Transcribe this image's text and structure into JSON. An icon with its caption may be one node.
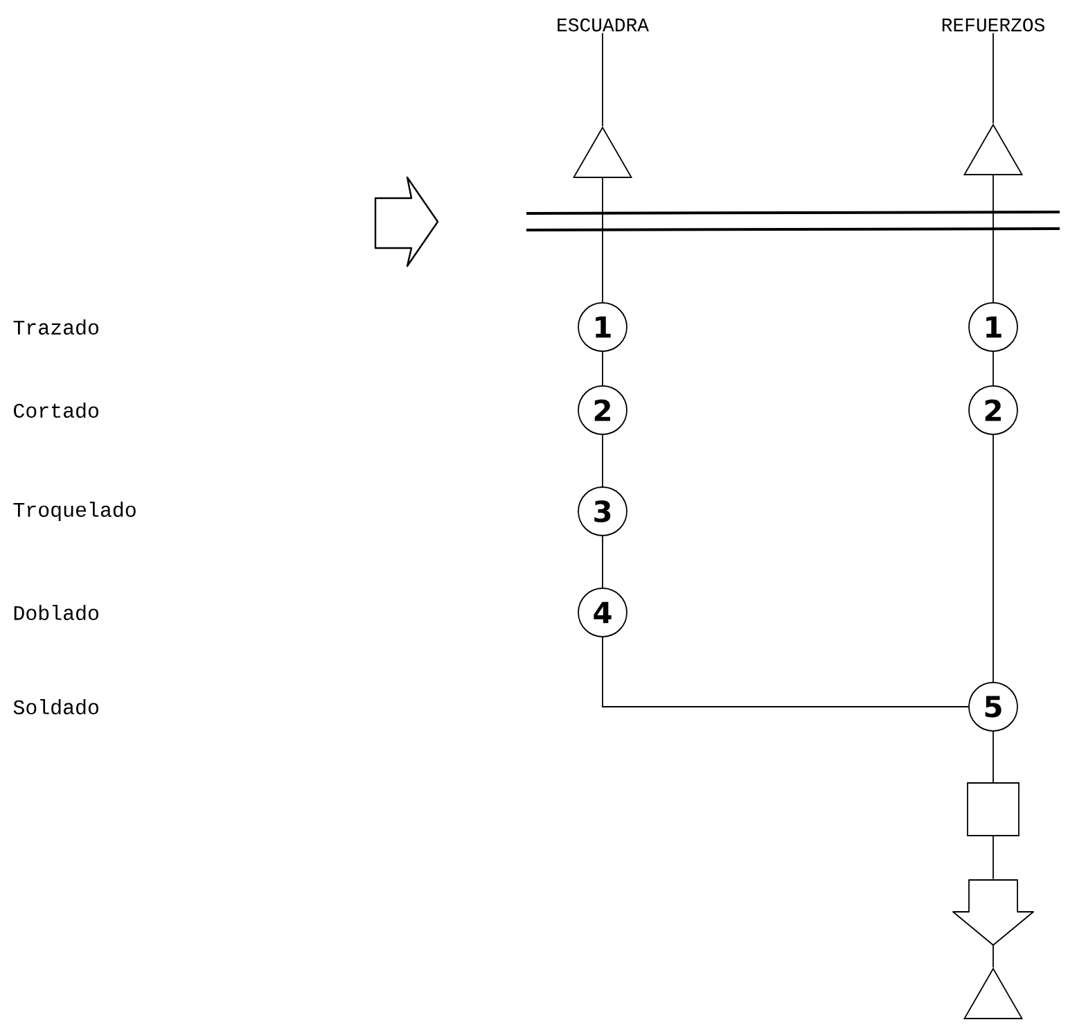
{
  "diagram": {
    "nodes": [
      {
        "text": [
          "ESCUADRA"
        ]
      },
      {
        "text": [
          "REFUERZOS"
        ]
      },
      {
        "text": [],
        "shape": "triangle"
      },
      {
        "text": [],
        "shape": "triangle"
      },
      {
        "text": [
          "1"
        ]
      },
      {
        "text": [
          "1"
        ]
      },
      {
        "text": [
          "2"
        ]
      },
      {
        "text": [
          "2"
        ]
      },
      {
        "text": [
          "3"
        ]
      },
      {
        "text": [
          "4"
        ]
      },
      {
        "text": [
          "5"
        ]
      },
      {
        "text": [],
        "shape": "box"
      },
      {
        "text": [],
        "shape": "arrow"
      },
      {
        "text": [],
        "shape": "triangle"
      }
    ],
    "edges": [
      {
        "from": 0,
        "to": 2,
        "arrow": "none"
      },
      {
        "from": 1,
        "to": 3,
        "arrow": "none"
      },
      {
        "from": 2,
        "to": 4,
        "arrow": "none"
      },
      {
        "from": 3,
        "to": 5,
        "arrow": "none"
      },
      {
        "from": 4,
        "to": 6,
        "arrow": "none"
      },
      {
        "from": 5,
        "to": 7,
        "arrow": "none"
      },
      {
        "from": 6,
        "to": 8,
        "arrow": "none"
      },
      {
        "from": 8,
        "to": 9,
        "arrow": "none"
      },
      {
        "from": 9,
        "to": 10,
        "arrow": "none"
      },
      {
        "from": 7,
        "to": 10,
        "arrow": "none"
      },
      {
        "from": 10,
        "to": 11,
        "arrow": "none"
      },
      {
        "from": 11,
        "to": 12,
        "arrow": "none"
      },
      {
        "from": 12,
        "to": 13,
        "arrow": "none"
      }
    ],
    "labels": [
      "Trazado",
      "Cortado",
      "Troquelado",
      "Doblado",
      "Soldado"
    ]
  }
}
